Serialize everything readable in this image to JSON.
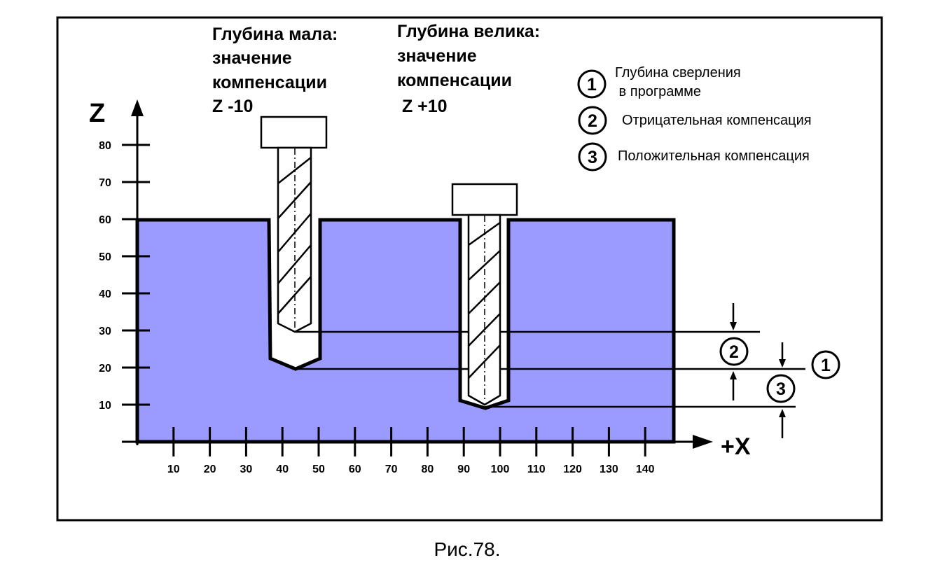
{
  "axes": {
    "z_label": "Z",
    "x_label": "+X",
    "z_ticks": [
      "80",
      "70",
      "60",
      "50",
      "40",
      "30",
      "20",
      "10"
    ],
    "x_ticks": [
      "10",
      "20",
      "30",
      "40",
      "50",
      "60",
      "70",
      "80",
      "90",
      "100",
      "110",
      "120",
      "130",
      "140"
    ]
  },
  "headings": {
    "shallow": [
      "Глубина мала:",
      "значение",
      "компенсации",
      "Z -10"
    ],
    "deep": [
      "Глубина велика:",
      "значение",
      "компенсации",
      " Z +10"
    ]
  },
  "legend": [
    {
      "number": "1",
      "lines": [
        "Глубина сверления",
        " в программе"
      ]
    },
    {
      "number": "2",
      "lines": [
        "Отрицательная компенсация"
      ]
    },
    {
      "number": "3",
      "lines": [
        "Положительная компенсация"
      ]
    }
  ],
  "markers": [
    "2",
    "1",
    "3"
  ],
  "caption": "Рис.78.",
  "colors": {
    "workpiece": "#9b9bff",
    "frame": "#000000",
    "background": "#ffffff"
  }
}
